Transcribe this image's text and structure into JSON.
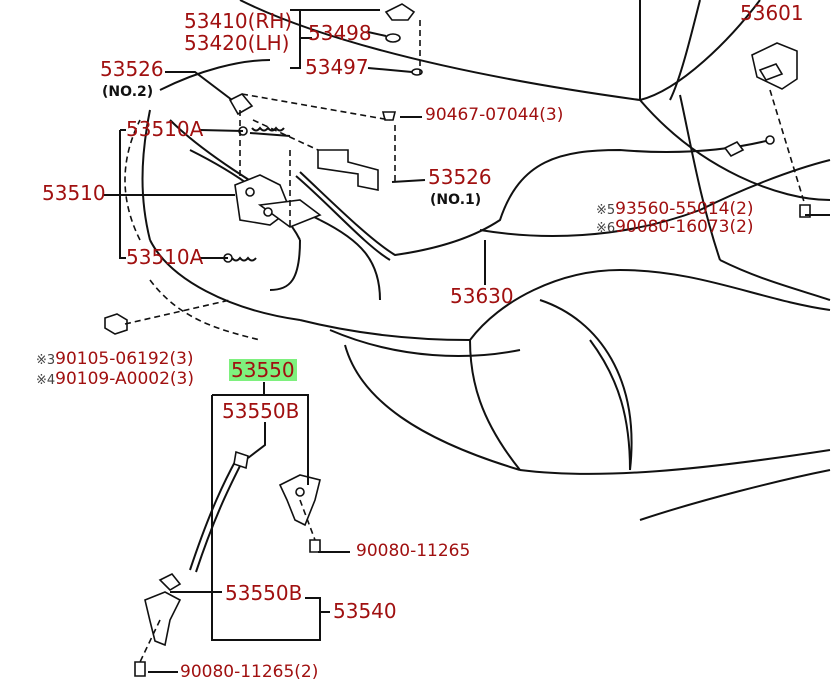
{
  "labels": {
    "p53410": "53410(RH)",
    "p53420": "53420(LH)",
    "p53498": "53498",
    "p53497": "53497",
    "p53601": "53601",
    "p53526a": "53526",
    "no2": "(NO.2)",
    "p53510a_top": "53510A",
    "p90467": "90467-07044(3)",
    "p53510": "53510",
    "p53526b": "53526",
    "no1": "(NO.1)",
    "p93560": "93560-55014(2)",
    "p90080_16073": "90080-16073(2)",
    "mark5": "※5",
    "mark6": "※6",
    "p53510a_bot": "53510A",
    "p53630": "53630",
    "p90105": "90105-06192(3)",
    "p90109": "90109-A0002(3)",
    "mark3": "※3",
    "mark4": "※4",
    "p53550": "53550",
    "p53550b_top": "53550B",
    "p90080_11265": "90080-11265",
    "p53550b_bot": "53550B",
    "p53540": "53540",
    "p90080_11265_2": "90080-11265(2)"
  }
}
